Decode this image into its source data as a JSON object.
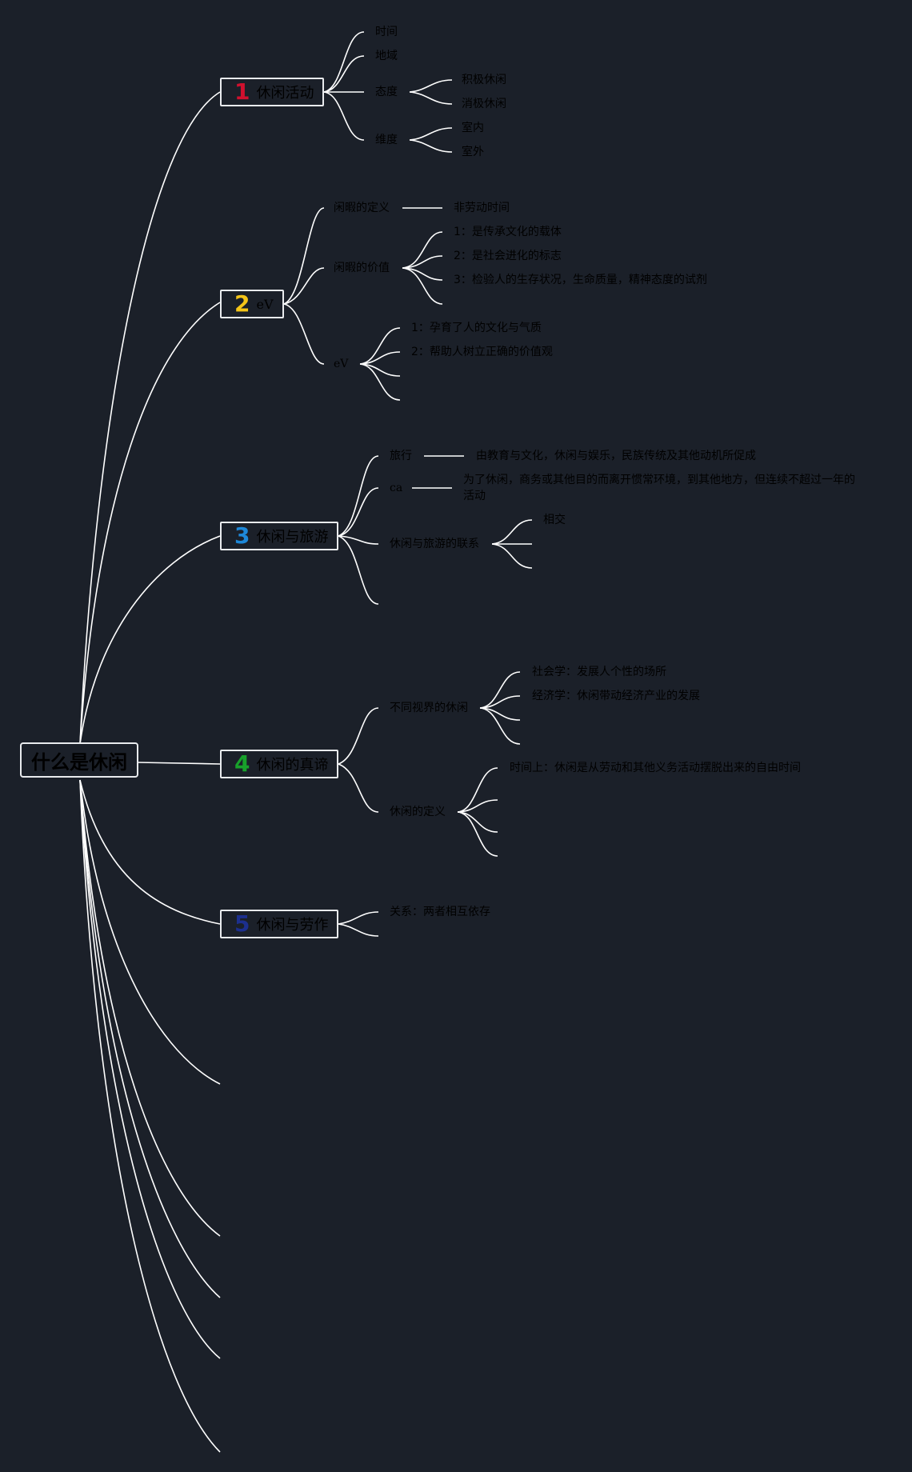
{
  "root": {
    "label": "什么是休闲"
  },
  "topics": [
    {
      "number": "1",
      "number_color": "#d0102e",
      "label": "休闲活动",
      "children": {
        "time": "时间",
        "region": "地域",
        "attitude": {
          "label": "态度",
          "children": [
            "积极休闲",
            "消极休闲"
          ]
        },
        "dimension": {
          "label": "维度",
          "children": [
            "室内",
            "室外"
          ]
        }
      }
    },
    {
      "number": "2",
      "number_color": "#f5c518",
      "label": "eV",
      "children": {
        "definition": {
          "label": "闲暇的定义",
          "value": "非劳动时间"
        },
        "value": {
          "label": "闲暇的价值",
          "children": [
            "1：是传承文化的载体",
            "2：是社会进化的标志",
            "3：检验人的生存状况，生命质量，精神态度的试剂"
          ]
        },
        "ev": {
          "label": "eV",
          "children": [
            "1：孕育了人的文化与气质",
            "2：帮助人树立正确的价值观"
          ]
        }
      }
    },
    {
      "number": "3",
      "number_color": "#1e88d8",
      "label": "休闲与旅游",
      "children": {
        "travel": {
          "label": "旅行",
          "value": "由教育与文化，休闲与娱乐，民族传统及其他动机所促成"
        },
        "ca": {
          "label": "ca",
          "value": "为了休闲，商务或其他目的而离开惯常环境，到其他地方，但连续不超过一年的活动"
        },
        "relation": {
          "label": "休闲与旅游的联系",
          "children": [
            "相交"
          ]
        }
      }
    },
    {
      "number": "4",
      "number_color": "#18a12b",
      "label": "休闲的真谛",
      "children": {
        "perspectives": {
          "label": "不同视界的休闲",
          "children": [
            "社会学：发展人个性的场所",
            "经济学：休闲带动经济产业的发展"
          ]
        },
        "definition": {
          "label": "休闲的定义",
          "children": [
            "时间上：休闲是从劳动和其他义务活动摆脱出来的自由时间"
          ]
        }
      }
    },
    {
      "number": "5",
      "number_color": "#1c2f8e",
      "label": "休闲与劳作",
      "children": {
        "relation": "关系：两者相互依存"
      }
    }
  ]
}
